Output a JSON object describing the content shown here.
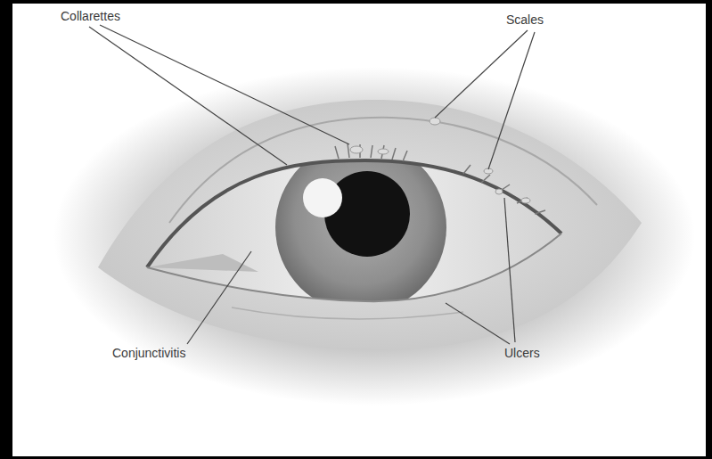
{
  "diagram": {
    "labels": [
      "Collarettes",
      "Scales",
      "Conjunctivitis",
      "Ulcers"
    ]
  }
}
